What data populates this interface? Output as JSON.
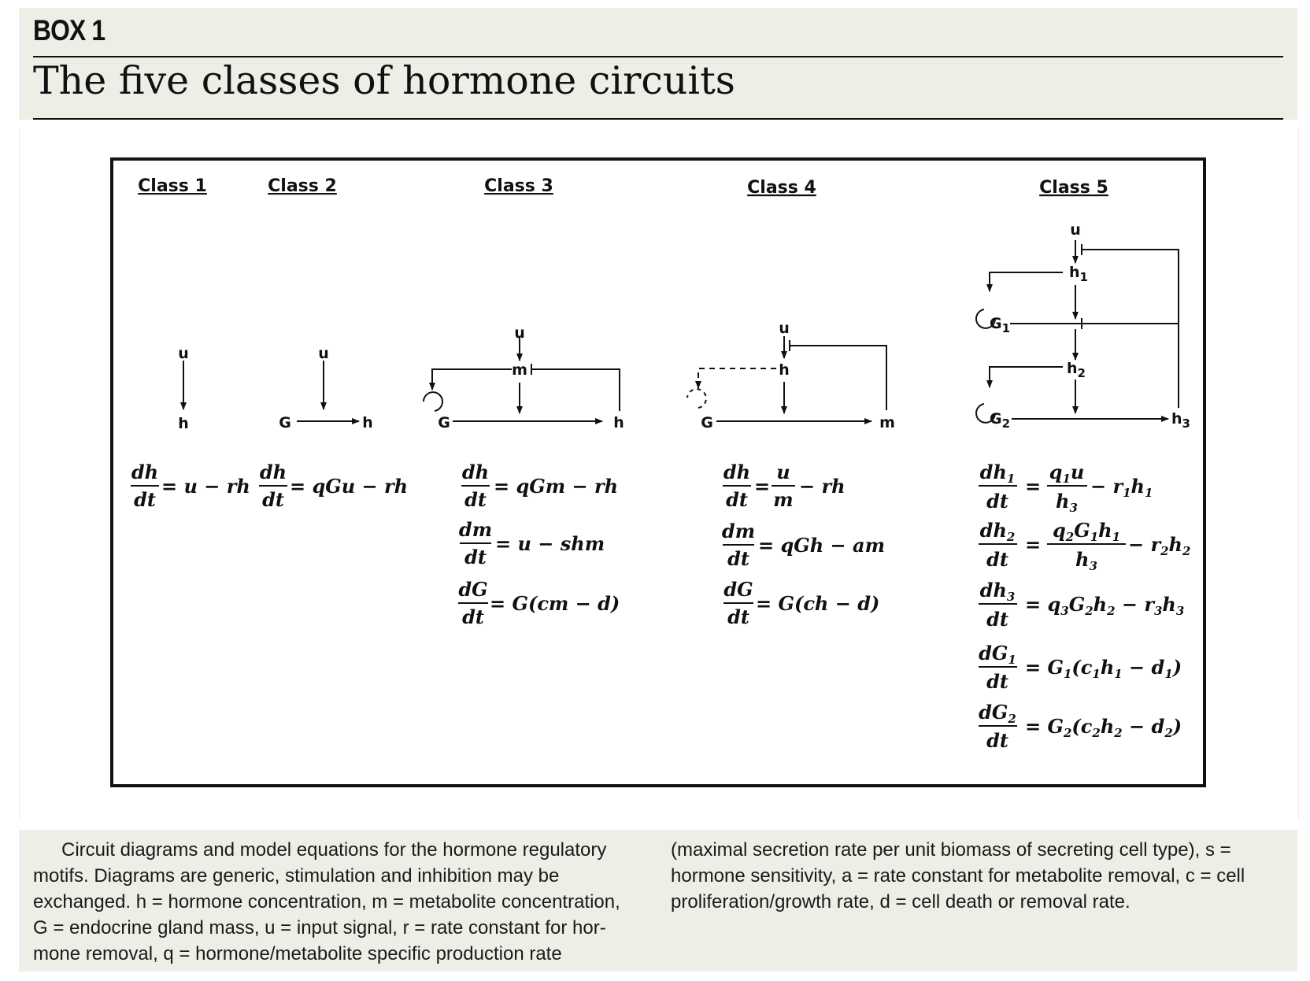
{
  "box_label": "BOX 1",
  "title": "The five classes of hormone circuits",
  "figure": {
    "class_labels": [
      "Class 1",
      "Class 2",
      "Class 3",
      "Class 4",
      "Class 5"
    ],
    "node_labels": {
      "u": "u",
      "h": "h",
      "G": "G",
      "m": "m"
    },
    "equations": {
      "c1": {
        "num": "dh",
        "den": "dt",
        "rhs": "= u − rh"
      },
      "c2": {
        "num": "dh",
        "den": "dt",
        "rhs": "= qGu − rh"
      },
      "c3": [
        {
          "num": "dh",
          "den": "dt",
          "rhs": "= qGm − rh"
        },
        {
          "num": "dm",
          "den": "dt",
          "rhs": "= u − shm"
        },
        {
          "num": "dG",
          "den": "dt",
          "rhs": "= G(cm − d)"
        }
      ],
      "c4": [
        {
          "num": "dh",
          "den": "dt",
          "rhs_num": "u",
          "rhs_den": "m",
          "rhs": "− rh"
        },
        {
          "num": "dm",
          "den": "dt",
          "rhs": "= qGh − am"
        },
        {
          "num": "dG",
          "den": "dt",
          "rhs": "= G(ch − d)"
        }
      ],
      "c5": [
        "dh1/dt = q1u/h3 − r1h1",
        "dh2/dt = q2G1h1/h3 − r2h2",
        "dh3/dt = q3G2h2 − r3h3",
        "dG1/dt = G1(c1h1 − d1)",
        "dG2/dt = G2(c2h2 − d2)"
      ]
    }
  },
  "caption": {
    "left_lines": [
      "Circuit diagrams and model equations for the hormone regulatory",
      "motifs. Diagrams are generic, stimulation and inhibition may be",
      "exchanged. h = hormone concentration, m = metabolite concentration,",
      "G = endocrine gland mass, u = input signal, r = rate constant for hor-",
      "mone removal, q = hormone/metabolite specific production rate"
    ],
    "right_lines": [
      "(maximal secretion rate per unit biomass of secreting cell type), s =",
      "hormone sensitivity, a = rate constant for metabolite removal, c = cell",
      "proliferation/growth rate, d = cell death or removal rate."
    ]
  }
}
